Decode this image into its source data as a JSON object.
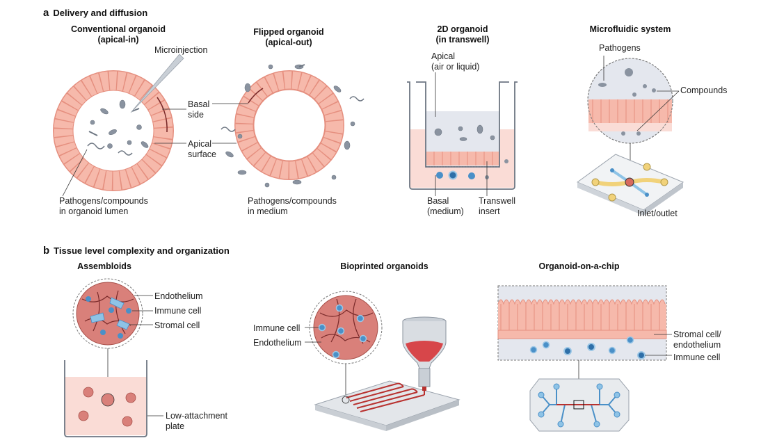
{
  "section_a": {
    "letter": "a",
    "title": "Delivery and diffusion"
  },
  "section_b": {
    "letter": "b",
    "title": "Tissue level complexity and organization"
  },
  "panels": {
    "conventional": {
      "title": "Conventional organoid\n(apical-in)",
      "microinjection": "Microinjection",
      "basal_side": "Basal\nside",
      "apical_surface": "Apical\nsurface",
      "lumen": "Pathogens/compounds\nin organoid lumen"
    },
    "flipped": {
      "title": "Flipped organoid\n(apical-out)",
      "medium": "Pathogens/compounds\nin medium"
    },
    "transwell": {
      "title": "2D organoid\n(in transwell)",
      "apical": "Apical\n(air or liquid)",
      "basal": "Basal\n(medium)",
      "insert": "Transwell\ninsert"
    },
    "microfluidic": {
      "title": "Microfluidic system",
      "pathogens": "Pathogens",
      "compounds": "Compounds",
      "inlet": "Inlet/outlet"
    },
    "assembloids": {
      "title": "Assembloids",
      "endothelium": "Endothelium",
      "immune": "Immune cell",
      "stromal": "Stromal cell",
      "plate": "Low-attachment\nplate"
    },
    "bioprinted": {
      "title": "Bioprinted organoids",
      "immune": "Immune cell",
      "endothelium": "Endothelium"
    },
    "chip": {
      "title": "Organoid-on-a-chip",
      "stromal": "Stromal cell/\nendothelium",
      "immune": "Immune cell"
    }
  },
  "colors": {
    "cell_fill": "#f6b9ab",
    "cell_stroke": "#e58f7f",
    "medium_pink": "#fadcd6",
    "pathogen": "#8a93a0",
    "immune_blue": "#4a90c8",
    "vessel_red": "#b8312f",
    "organoid_red": "#d9807a",
    "device_grey": "#d9dde2"
  }
}
